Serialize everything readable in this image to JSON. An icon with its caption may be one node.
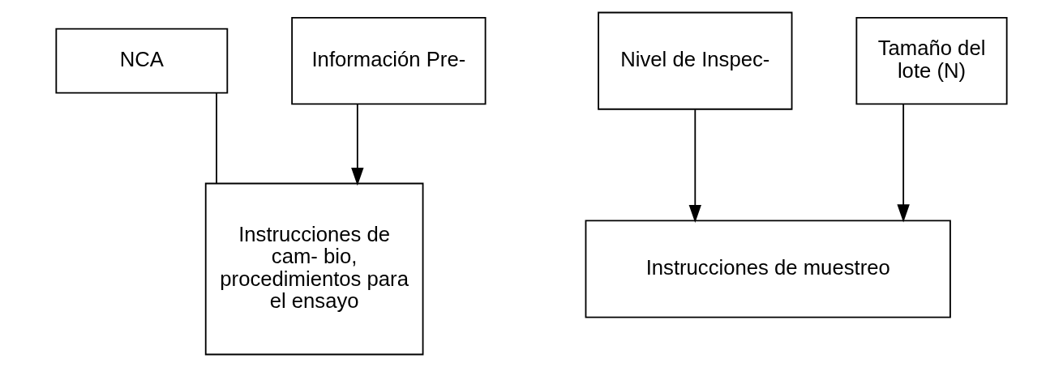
{
  "diagram": {
    "nodes": [
      {
        "text": [
          "NCA"
        ]
      },
      {
        "text": [
          "Nivel de Inspec-"
        ]
      },
      {
        "text": [
          "Tamaño del lote (N)"
        ]
      },
      {
        "text": [
          "Información Pre-"
        ]
      },
      {
        "text": [
          "Instrucciones de muestreo"
        ]
      },
      {
        "text": [
          "Instrucciones de cam- bio, procedimientos para el ensayo"
        ]
      }
    ],
    "edges": [
      {
        "from": 0,
        "to": 5,
        "arrow": "none"
      },
      {
        "from": 1,
        "to": 4,
        "arrow": "to"
      },
      {
        "from": 2,
        "to": 4,
        "arrow": "to"
      },
      {
        "from": 3,
        "to": 5,
        "arrow": "to"
      }
    ]
  }
}
